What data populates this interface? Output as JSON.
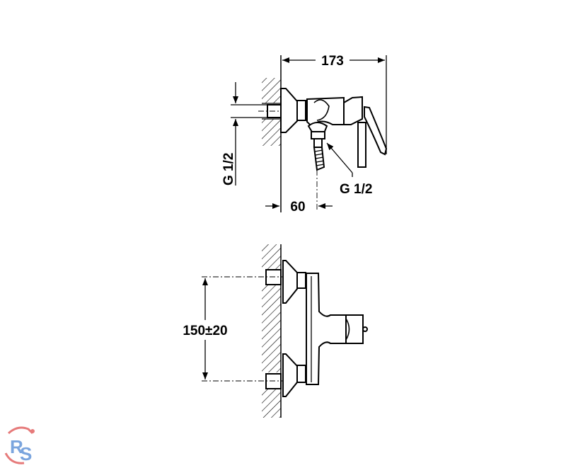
{
  "top_view": {
    "dim_width": "173",
    "dim_inlet_thread": "G 1/2",
    "dim_outlet_thread": "G 1/2",
    "dim_depth": "60"
  },
  "front_view": {
    "dim_centers": "150±20"
  },
  "logo": {
    "text": "RS"
  },
  "colors": {
    "line": "#000000",
    "logo_blue": "#5b8fd6",
    "logo_red": "#e05a5a"
  }
}
